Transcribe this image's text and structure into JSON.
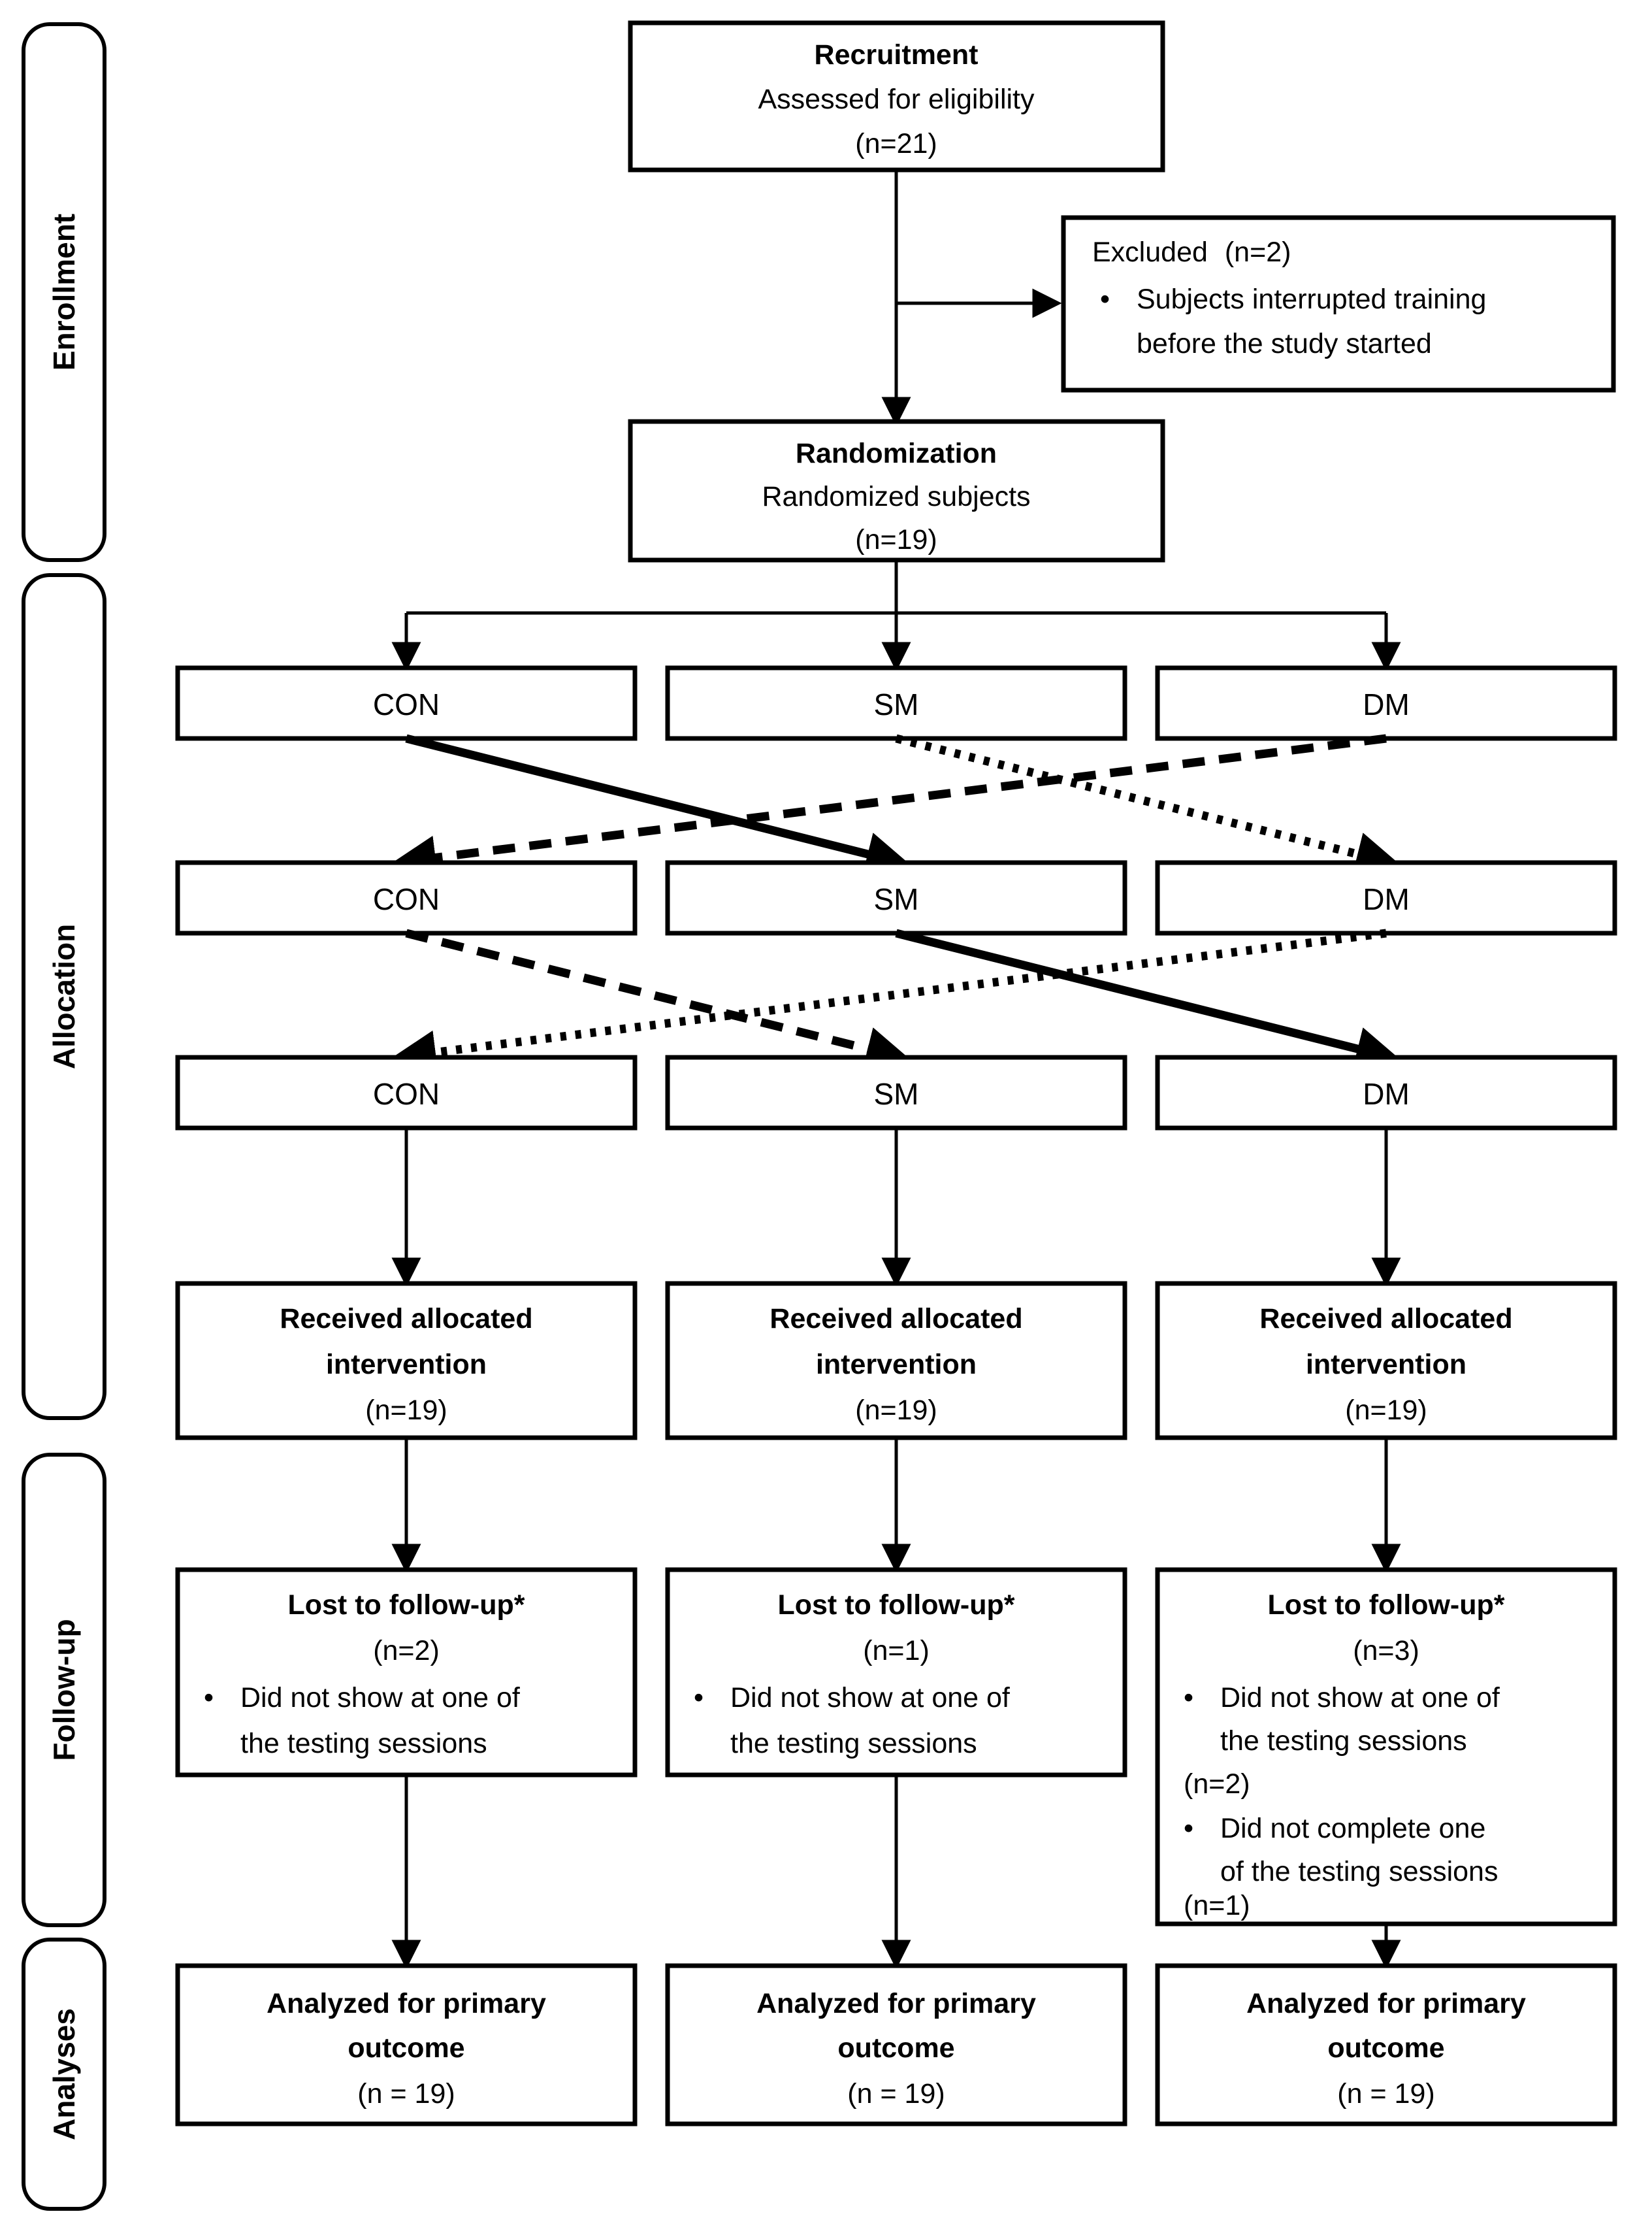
{
  "figure": {
    "type": "consort-flow-diagram",
    "title": "CONSORT participant flow diagram (three-period crossover)"
  },
  "stages": [
    {
      "id": "enrollment",
      "label": "Enrollment"
    },
    {
      "id": "allocation",
      "label": "Allocation"
    },
    {
      "id": "followup",
      "label": "Follow-up"
    },
    {
      "id": "analyses",
      "label": "Analyses"
    }
  ],
  "recruitment": {
    "title": "Recruitment",
    "line2": "Assessed for eligibility",
    "line3": "(n=21)"
  },
  "excluded": {
    "title": "Excluded",
    "count": "(n=2)",
    "bullet1_line1": "Subjects interrupted training",
    "bullet1_line2": "before the study started",
    "bullet_glyph": "•"
  },
  "randomization": {
    "title": "Randomization",
    "line2": "Randomized subjects",
    "line3": "(n=19)"
  },
  "allocation_rows": [
    {
      "period": 1,
      "groups": [
        "CON",
        "SM",
        "DM"
      ]
    },
    {
      "period": 2,
      "groups": [
        "CON",
        "SM",
        "DM"
      ]
    },
    {
      "period": 3,
      "groups": [
        "CON",
        "SM",
        "DM"
      ]
    }
  ],
  "crossovers": [
    {
      "from_period": 1,
      "to_period": 2,
      "from": "CON",
      "to": "SM",
      "style": "solid"
    },
    {
      "from_period": 1,
      "to_period": 2,
      "from": "SM",
      "to": "DM",
      "style": "dotted"
    },
    {
      "from_period": 1,
      "to_period": 2,
      "from": "DM",
      "to": "CON",
      "style": "dashed"
    },
    {
      "from_period": 2,
      "to_period": 3,
      "from": "CON",
      "to": "SM",
      "style": "dashed"
    },
    {
      "from_period": 2,
      "to_period": 3,
      "from": "SM",
      "to": "DM",
      "style": "solid"
    },
    {
      "from_period": 2,
      "to_period": 3,
      "from": "DM",
      "to": "CON",
      "style": "dotted"
    }
  ],
  "received": {
    "line1": "Received allocated",
    "line2": "intervention",
    "columns": [
      {
        "group": "CON",
        "count": "(n=19)"
      },
      {
        "group": "SM",
        "count": "(n=19)"
      },
      {
        "group": "DM",
        "count": "(n=19)"
      }
    ]
  },
  "lost_to_followup": {
    "title": "Lost to follow-up*",
    "bullet_glyph": "•",
    "columns": [
      {
        "group": "CON",
        "count": "(n=2)",
        "bullets": [
          {
            "lines": [
              "Did not show at one of",
              "the testing sessions"
            ],
            "count": ""
          }
        ]
      },
      {
        "group": "SM",
        "count": "(n=1)",
        "bullets": [
          {
            "lines": [
              "Did not show at one of",
              "the testing sessions"
            ],
            "count": ""
          }
        ]
      },
      {
        "group": "DM",
        "count": "(n=3)",
        "bullets": [
          {
            "lines": [
              "Did not show at one of",
              "the testing sessions"
            ],
            "count": "(n=2)"
          },
          {
            "lines": [
              "Did not complete one",
              "of the testing sessions"
            ],
            "count": "(n=1)"
          }
        ]
      }
    ]
  },
  "analyzed": {
    "line1": "Analyzed for primary",
    "line2": "outcome",
    "columns": [
      {
        "group": "CON",
        "count": "(n = 19)"
      },
      {
        "group": "SM",
        "count": "(n = 19)"
      },
      {
        "group": "DM",
        "count": "(n = 19)"
      }
    ]
  },
  "colors": {
    "stroke": "#000000",
    "fill": "#ffffff"
  }
}
